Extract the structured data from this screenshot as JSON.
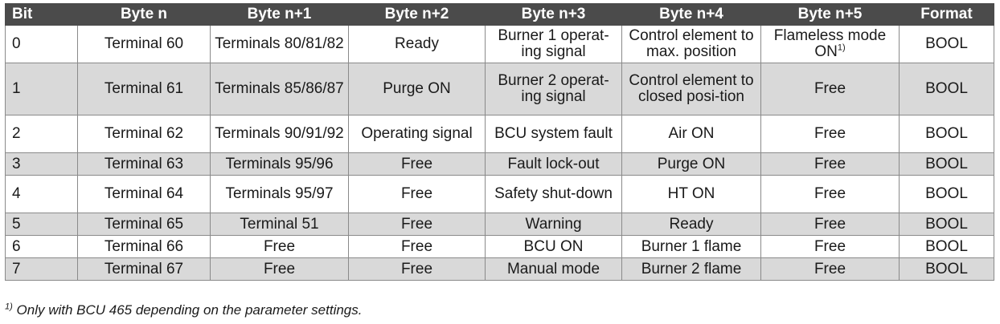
{
  "table": {
    "headers": [
      "Bit",
      "Byte n",
      "Byte n+1",
      "Byte n+2",
      "Byte n+3",
      "Byte n+4",
      "Byte n+5",
      "Format"
    ],
    "rows": [
      [
        "0",
        "Terminal 60",
        "Terminals 80/81/82",
        "Ready",
        "Burner 1 operat-ing signal",
        "Control element to max. position",
        "Flameless mode ON",
        "BOOL"
      ],
      [
        "1",
        "Terminal 61",
        "Terminals 85/86/87",
        "Purge ON",
        "Burner 2 operat-ing signal",
        "Control element to closed posi-tion",
        "Free",
        "BOOL"
      ],
      [
        "2",
        "Terminal 62",
        "Terminals 90/91/92",
        "Operating signal",
        "BCU system fault",
        "Air ON",
        "Free",
        "BOOL"
      ],
      [
        "3",
        "Terminal 63",
        "Terminals 95/96",
        "Free",
        "Fault lock-out",
        "Purge ON",
        "Free",
        "BOOL"
      ],
      [
        "4",
        "Terminal 64",
        "Terminals 95/97",
        "Free",
        "Safety shut-down",
        "HT ON",
        "Free",
        "BOOL"
      ],
      [
        "5",
        "Terminal 65",
        "Terminal 51",
        "Free",
        "Warning",
        "Ready",
        "Free",
        "BOOL"
      ],
      [
        "6",
        "Terminal 66",
        "Free",
        "Free",
        "BCU ON",
        "Burner 1 flame",
        "Free",
        "BOOL"
      ],
      [
        "7",
        "Terminal 67",
        "Free",
        "Free",
        "Manual mode",
        "Burner 2 flame",
        "Free",
        "BOOL"
      ]
    ],
    "footnote_mark": "1)",
    "footnote_text": "Only with BCU 465 depending on the parameter settings."
  }
}
